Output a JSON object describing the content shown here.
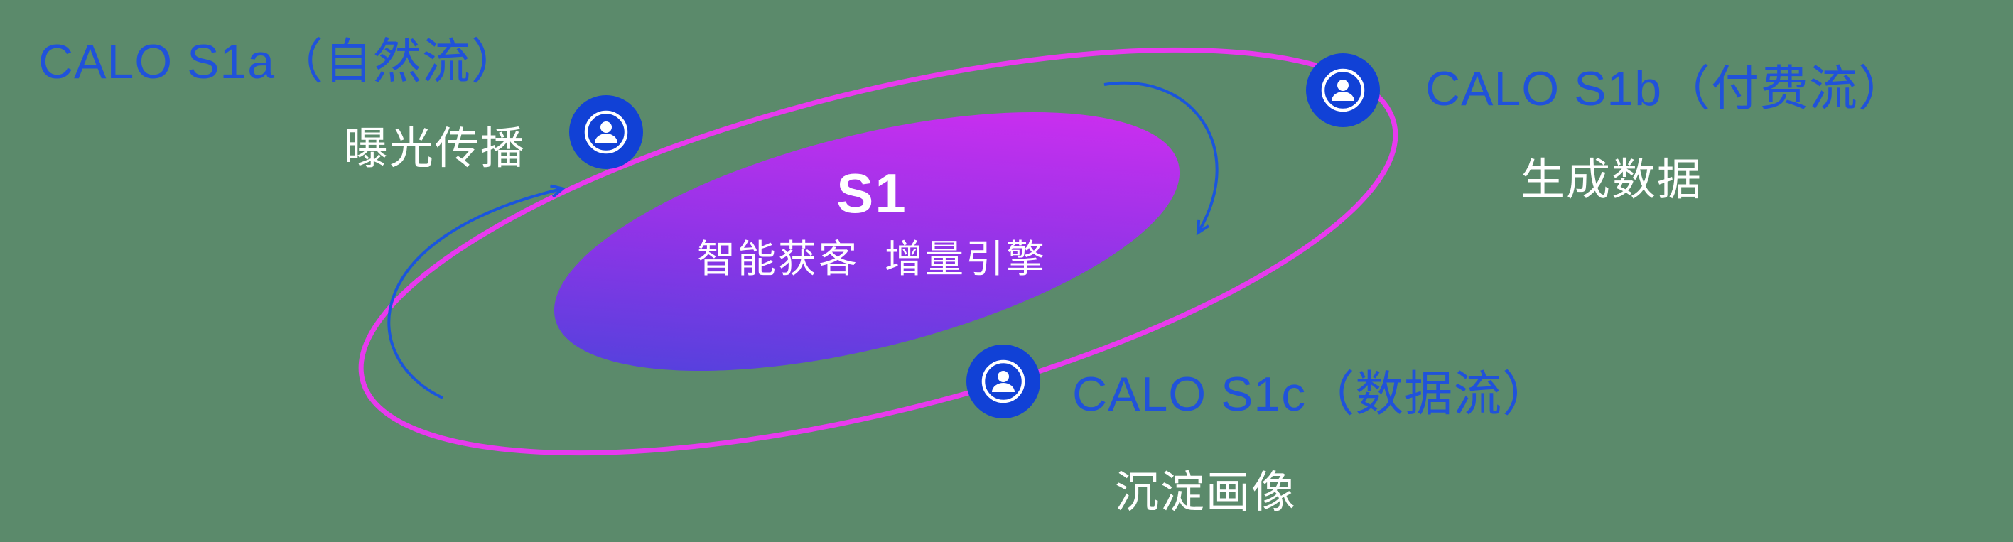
{
  "diagram": {
    "center": {
      "title": "S1",
      "subtitle": "智能获客  增量引擎"
    },
    "nodes": [
      {
        "label": "CALO S1a（自然流）",
        "sublabel": "曝光传播"
      },
      {
        "label": "CALO S1b（付费流）",
        "sublabel": "生成数据"
      },
      {
        "label": "CALO S1c（数据流）",
        "sublabel": "沉淀画像"
      }
    ],
    "colors": {
      "background": "#5b8a6b",
      "label_blue": "#2052da",
      "subtitle_white": "#ffffff",
      "orbit_pink": "#e83aee",
      "node_blue": "#1141d6",
      "arrow_blue": "#1a55dd",
      "core_gradient_start": "#3f46d9",
      "core_gradient_end": "#e02cf2"
    }
  }
}
